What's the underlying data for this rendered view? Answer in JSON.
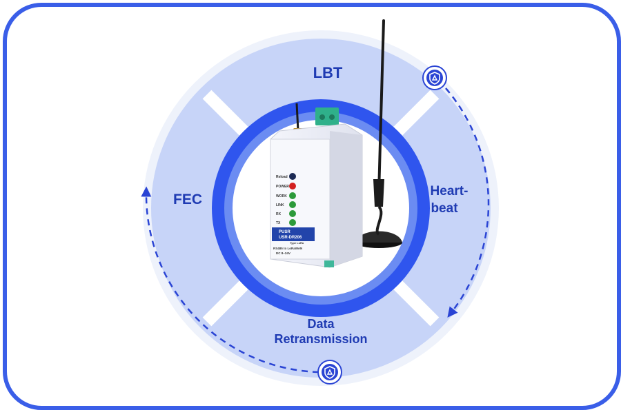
{
  "diagram": {
    "segments": {
      "top": "LBT",
      "left": "FEC",
      "right_line1": "Heart-",
      "right_line2": "beat",
      "bottom_line1": "Data",
      "bottom_line2": "Retransmission"
    },
    "device": {
      "brand": "PUSR",
      "model": "USR-DR206",
      "model_sub": "Type LoRa",
      "desc_line1": "RS485 to LoRaWAN",
      "desc_line2": "DC 8~24V",
      "reload_label": "Reload",
      "leds": [
        "POWER",
        "WORK",
        "LINK",
        "RX",
        "TX"
      ]
    },
    "badges": [
      "shield-badge-top-right",
      "shield-badge-bottom"
    ],
    "colors": {
      "frame": "#3a5ee8",
      "outer_ring": "#eef2fb",
      "segment": "#c7d4f8",
      "inner_ring": "#2f55ee",
      "label": "#1f3bb3",
      "arrow": "#2a44d4"
    }
  }
}
